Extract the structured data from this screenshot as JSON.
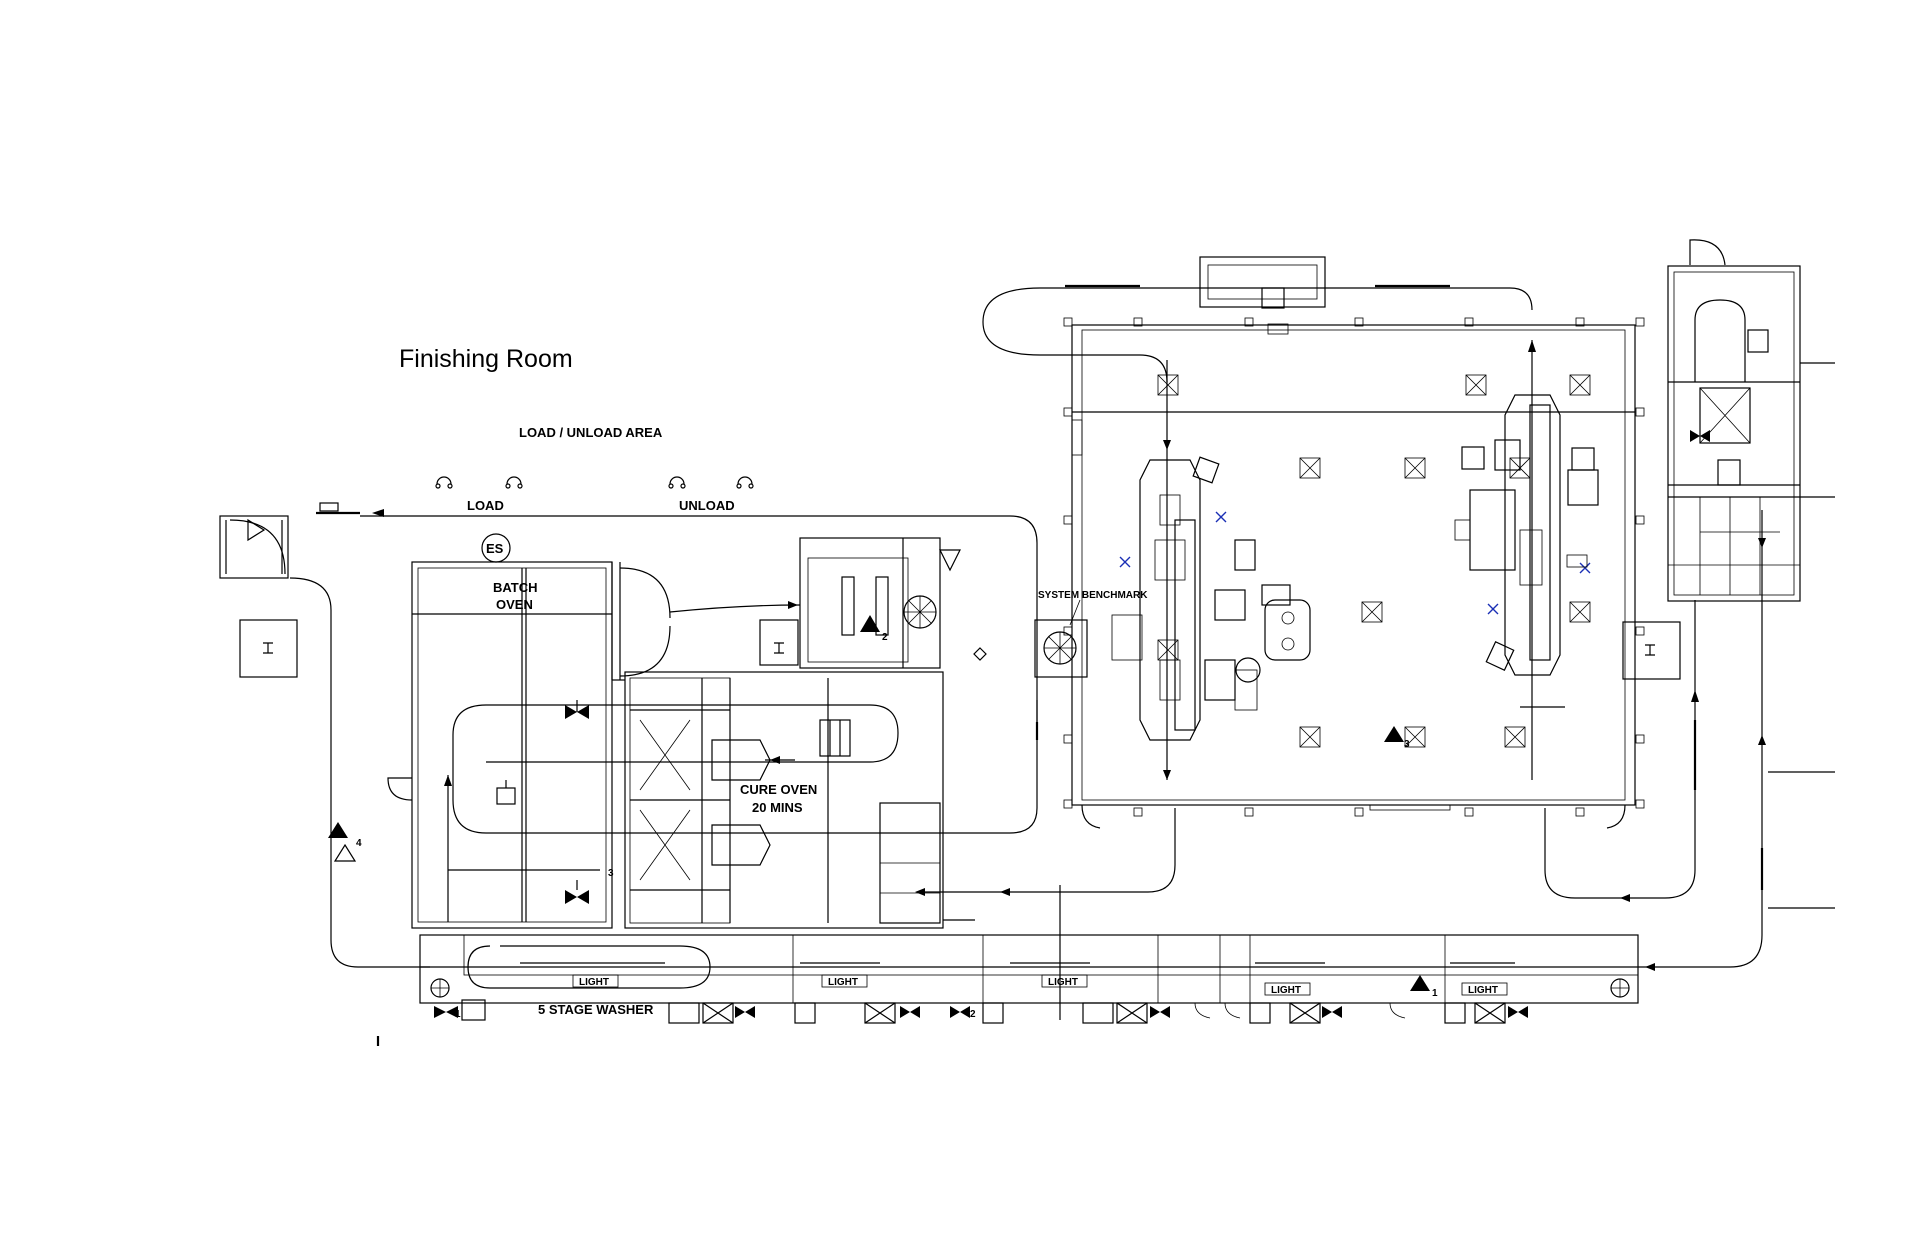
{
  "title": "Finishing Room",
  "labels": {
    "load_unload_area": "LOAD / UNLOAD AREA",
    "load": "LOAD",
    "unload": "UNLOAD",
    "es": "ES",
    "batch_oven_1": "BATCH",
    "batch_oven_2": "OVEN",
    "cure_oven_1": "CURE OVEN",
    "cure_oven_2": "20 MINS",
    "system_benchmark": "SYSTEM BENCHMARK",
    "five_stage_washer": "5 STAGE WASHER",
    "light": "LIGHT"
  },
  "markers": {
    "m1": "1",
    "m2": "2",
    "m3": "3",
    "m4": "4"
  },
  "icons": {
    "operator": "operator-icon",
    "valve": "valve-icon",
    "fan": "fan-icon",
    "column": "column-icon",
    "triangle": "triangle-marker-icon"
  },
  "colors": {
    "line": "#000000",
    "accent_x": "#1a2fb5"
  }
}
